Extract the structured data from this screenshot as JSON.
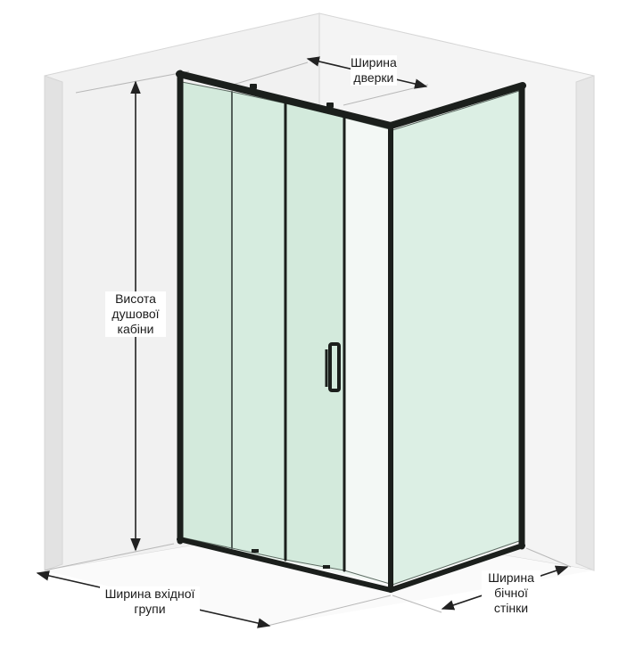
{
  "labels": {
    "door_width": [
      "Ширина",
      "дверки"
    ],
    "cabin_height": [
      "Висота",
      "душової",
      "кабіни"
    ],
    "entry_width": [
      "Ширина вхідної",
      "групи"
    ],
    "side_width": [
      "Ширина",
      "бічної",
      "стінки"
    ]
  },
  "colors": {
    "wall_light": "#f1f1f1",
    "wall_shade": "#e4e4e4",
    "wall_edge": "#d6d6d6",
    "frame": "#1b1f1c",
    "glass_front": "#d3eadc",
    "glass_side": "#dcefe4",
    "floor": "#eef6f1",
    "dim_line": "#222222",
    "guide_line": "#b8b8b8"
  }
}
